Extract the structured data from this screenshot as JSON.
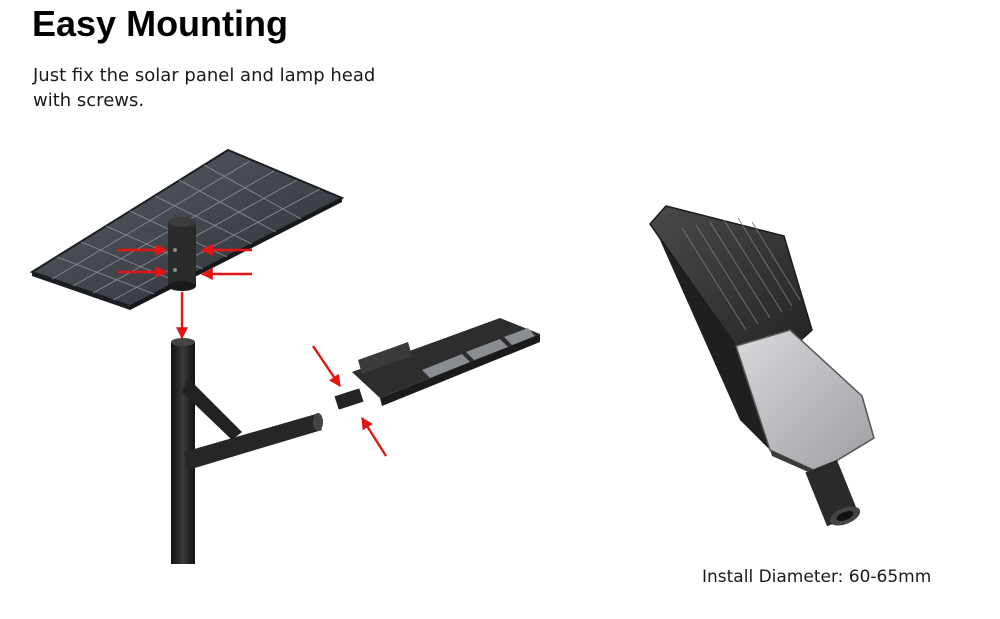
{
  "header": {
    "title": "Easy Mounting",
    "subtitle": "Just fix the solar panel and lamp head with screws."
  },
  "caption": {
    "text": "Install Diameter: 60-65mm"
  },
  "colors": {
    "arrow": "#e31515",
    "fixture": "#2b2b2b",
    "pole": "#1e1e1e",
    "panel": "#3a3d44",
    "led": "#8a8d92",
    "diffuser": "#bfc0c2"
  },
  "icons": {
    "panel": "solar-panel-illustration",
    "pole": "street-pole-illustration",
    "lamp": "lamp-head-illustration",
    "product": "all-in-one-light-illustration",
    "arrows": "red-arrow-icon"
  }
}
